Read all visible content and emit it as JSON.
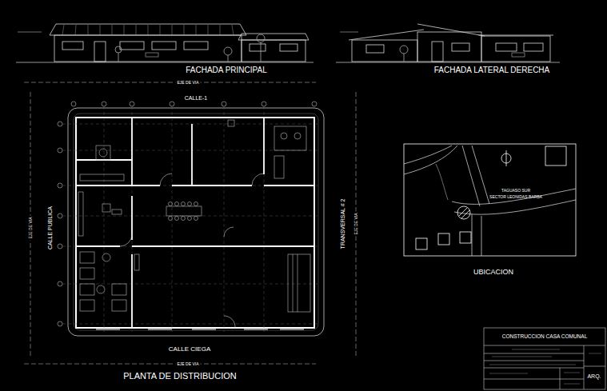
{
  "diagram": {
    "nodes": [
      {
        "text": [
          "CONSTRUCCION CASA COMUNAL"
        ]
      }
    ],
    "labels": [
      "FACHADA PRINCIPAL",
      "FACHADA LATERAL DERECHA",
      "EJE DE VIA",
      "CALLE-1",
      "CALLE PUBLICA",
      "TRANSVERSAL # 2",
      "EJE DE VIA",
      "EJE DE VIA",
      "CALLE CIEGA",
      "EJE DE VIA",
      "PLANTA DE DISTRIBUCION",
      "TAGUASO SUR",
      "SECTOR LEONIDAS BARBA",
      "UBICACION",
      "ARQ."
    ]
  }
}
